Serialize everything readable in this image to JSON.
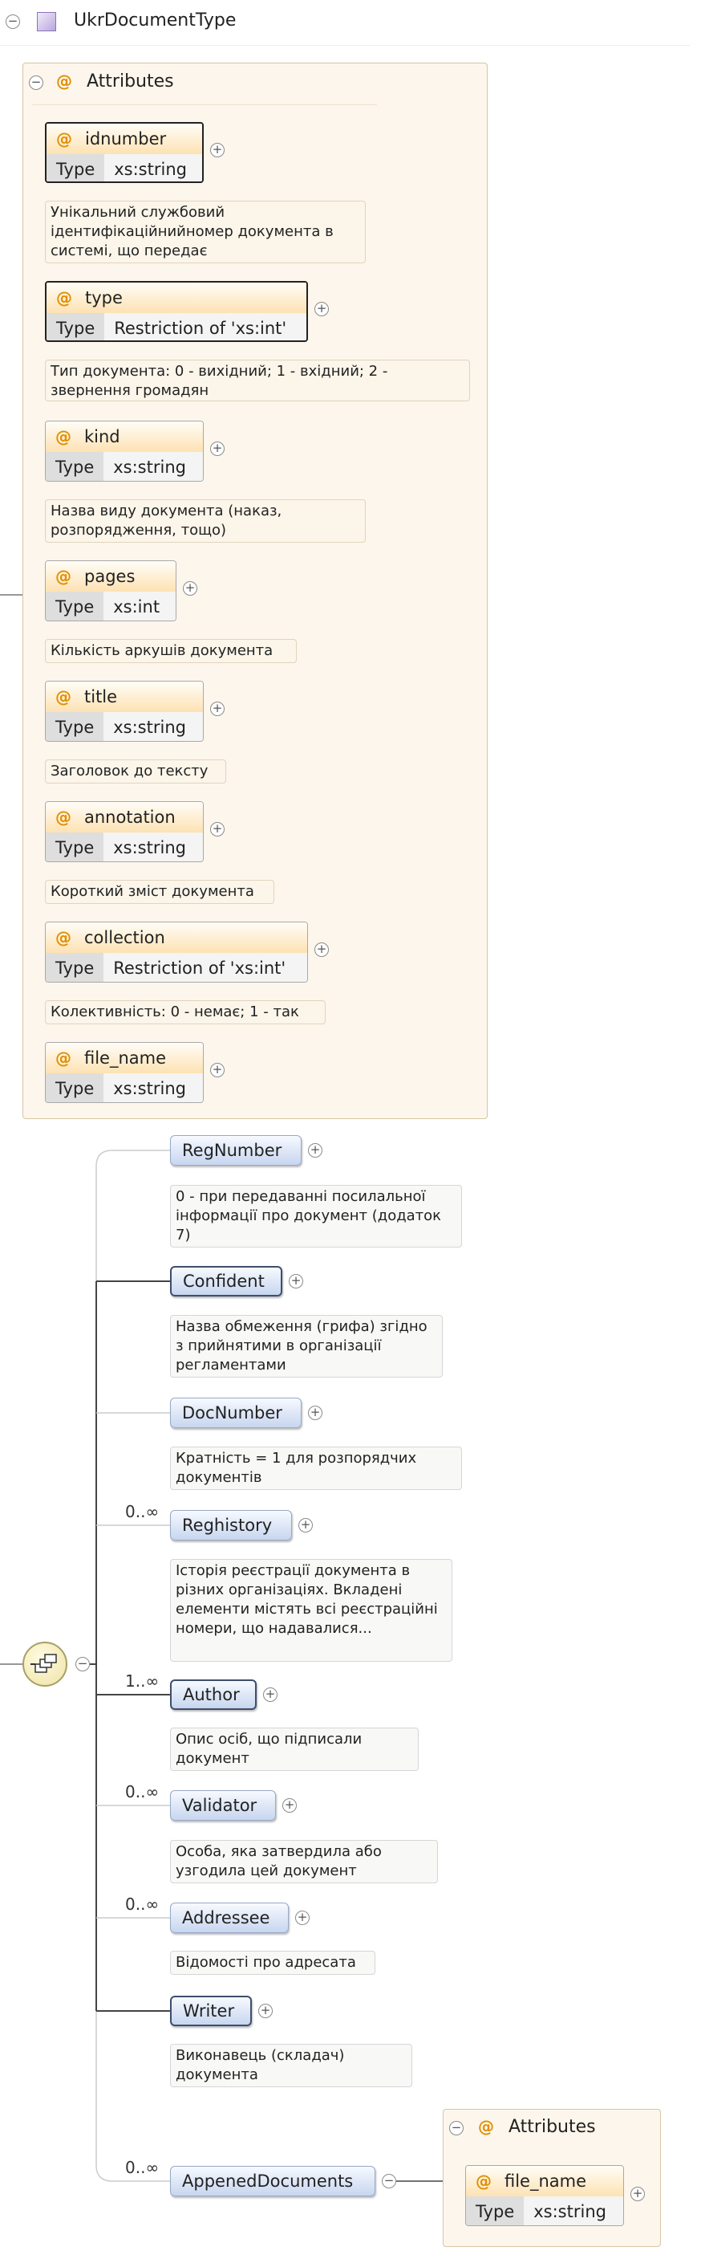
{
  "complex_type": {
    "name": "UkrDocumentType",
    "icon": "complex-type-icon"
  },
  "attributes_group": {
    "title": "Attributes",
    "type_label": "Type",
    "items": [
      {
        "name": "idnumber",
        "type": "xs:string",
        "doc": "Унікальний службовий ідентифікаційнийномер документа в системі, що передає"
      },
      {
        "name": "type",
        "type": "Restriction of 'xs:int'",
        "doc": "Тип документа: 0 - вихідний; 1 - вхідний; 2 - звернення громадян"
      },
      {
        "name": "kind",
        "type": "xs:string",
        "doc": "Назва виду документа (наказ, розпорядження, тощо)"
      },
      {
        "name": "pages",
        "type": "xs:int",
        "doc": "Кількість аркушів документа"
      },
      {
        "name": "title",
        "type": "xs:string",
        "doc": "Заголовок до тексту"
      },
      {
        "name": "annotation",
        "type": "xs:string",
        "doc": "Короткий зміст документа"
      },
      {
        "name": "collection",
        "type": "Restriction of 'xs:int'",
        "doc": "Колективність: 0 - немає; 1 - так"
      },
      {
        "name": "file_name",
        "type": "xs:string",
        "doc": ""
      }
    ]
  },
  "sequence": {
    "icon": "sequence-icon",
    "elements": [
      {
        "name": "RegNumber",
        "cardinality": "",
        "doc": "0 - при передаванні посилальної інформації про документ (додаток 7)"
      },
      {
        "name": "Confident",
        "cardinality": "",
        "doc": "Назва обмеження (грифа) згідно з прийнятими в організації регламентами"
      },
      {
        "name": "DocNumber",
        "cardinality": "",
        "doc": "Кратність = 1 для розпорядчих документів"
      },
      {
        "name": "Reghistory",
        "cardinality": "0..∞",
        "doc": "Історія реєстрації документа в різних організаціях. Вкладені елементи містять всі реєстраційні номери, що надавалися..."
      },
      {
        "name": "Author",
        "cardinality": "1..∞",
        "doc": "Опис осіб, що підписали документ"
      },
      {
        "name": "Validator",
        "cardinality": "0..∞",
        "doc": "Особа, яка затвердила або узгодила цей документ"
      },
      {
        "name": "Addressee",
        "cardinality": "0..∞",
        "doc": "Відомості про адресата"
      },
      {
        "name": "Writer",
        "cardinality": "",
        "doc": "Виконавець (складач) документа"
      },
      {
        "name": "AppenedDocuments",
        "cardinality": "0..∞",
        "doc": ""
      }
    ]
  },
  "appended_attributes": {
    "title": "Attributes",
    "type_label": "Type",
    "item": {
      "name": "file_name",
      "type": "xs:string"
    }
  },
  "symbols": {
    "at": "@",
    "expand": "+",
    "collapse": "−"
  },
  "colors": {
    "attr_group_bg": "#fdf6ec",
    "attr_name_accent": "#fde2b3",
    "element_accent": "#c7d6ef",
    "at_sign": "#e08f00"
  }
}
